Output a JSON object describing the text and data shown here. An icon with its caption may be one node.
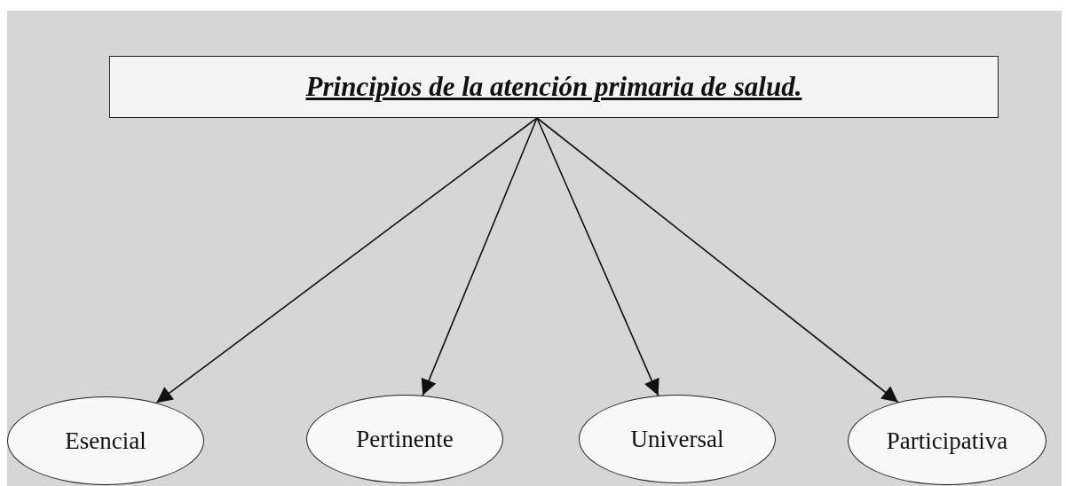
{
  "diagram": {
    "nodes": [
      {
        "text": [
          "Principios de la atención primaria de salud."
        ]
      },
      {
        "text": [
          "Esencial"
        ]
      },
      {
        "text": [
          "Pertinente"
        ]
      },
      {
        "text": [
          "Universal"
        ]
      },
      {
        "text": [
          "Participativa"
        ]
      }
    ],
    "edges": [
      {
        "from": 0,
        "to": 1,
        "arrow": "to"
      },
      {
        "from": 0,
        "to": 2,
        "arrow": "to"
      },
      {
        "from": 0,
        "to": 3,
        "arrow": "to"
      },
      {
        "from": 0,
        "to": 4,
        "arrow": "to"
      }
    ]
  }
}
